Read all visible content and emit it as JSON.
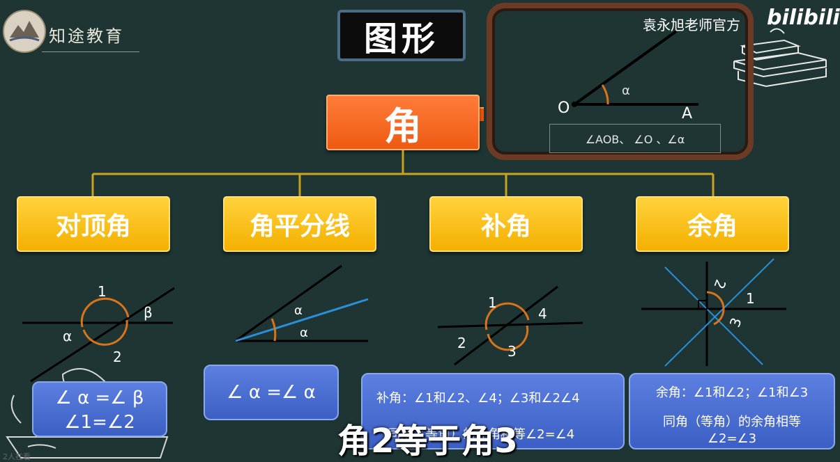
{
  "logo": {
    "text": "知途教育",
    "icon": "mountain-logo-icon"
  },
  "title": "图形",
  "watermark": {
    "channel": "袁永旭老师官方",
    "brand": "bilibili"
  },
  "definition": {
    "points": {
      "vertex": "O",
      "end": "A",
      "angle": "α"
    },
    "notation": "∠AOB、 ∠O 、∠α"
  },
  "main_node": "角",
  "categories": [
    {
      "label": "对顶角"
    },
    {
      "label": "角平分线"
    },
    {
      "label": "补角"
    },
    {
      "label": "余角"
    }
  ],
  "diagrams": {
    "vertical": {
      "top": "1",
      "bottom": "2",
      "left": "α",
      "right": "β"
    },
    "bisector": {
      "upper": "α",
      "lower": "α"
    },
    "supplementary": {
      "a": "1",
      "b": "2",
      "c": "3",
      "d": "4"
    },
    "complementary": {
      "a": "1",
      "b": "2",
      "c": "3"
    }
  },
  "formulas": {
    "vertical": {
      "line1": "∠ α =∠ β",
      "line2": "∠1=∠2"
    },
    "bisector": "∠ α =∠ α",
    "supplementary": {
      "line1": "补角：∠1和∠2、∠4；∠3和∠2∠4",
      "line2": "同角（等角）的补角相等∠2=∠4"
    },
    "complementary": {
      "line1": "余角：∠1和∠2；∠1和∠3",
      "line2": "同角（等角）的余角相等",
      "line3": "∠2=∠3"
    }
  },
  "subtitle": "角2等于角3",
  "dim_text": "2人在看",
  "colors": {
    "background": "#1e3533",
    "orange": "#f26a1e",
    "yellow": "#f6bb0a",
    "blue": "#4a6fd4"
  }
}
